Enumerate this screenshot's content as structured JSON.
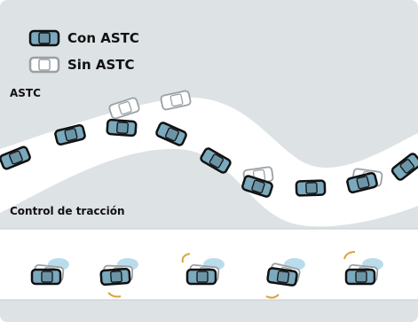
{
  "legend": {
    "with_label": "Con ASTC",
    "without_label": "Sin ASTC"
  },
  "sections": {
    "astc_title": "ASTC",
    "traction_title": "Control de tracción"
  },
  "colors": {
    "background": "#dde2e5",
    "road": "#ffffff",
    "car_body": "#7ba9bd",
    "car_outline": "#111111",
    "car_ghost_outline": "#9aa0a4",
    "spin_arc": "#d9a43a",
    "dust_cloud": "#b9dcec"
  }
}
